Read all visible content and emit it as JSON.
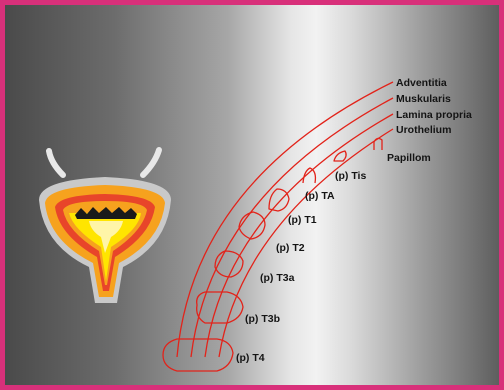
{
  "layers": [
    {
      "id": "adventitia",
      "text": "Adventitia"
    },
    {
      "id": "muskularis",
      "text": "Muskularis"
    },
    {
      "id": "lamina-propria",
      "text": "Lamina propria"
    },
    {
      "id": "urothelium",
      "text": "Urothelium"
    },
    {
      "id": "papillom",
      "text": "Papillom"
    }
  ],
  "stages": [
    {
      "id": "tis",
      "text": "(p) Tis"
    },
    {
      "id": "ta",
      "text": "(p) TA"
    },
    {
      "id": "t1",
      "text": "(p) T1"
    },
    {
      "id": "t2",
      "text": "(p) T2"
    },
    {
      "id": "t3a",
      "text": "(p) T3a"
    },
    {
      "id": "t3b",
      "text": "(p) T3b"
    },
    {
      "id": "t4",
      "text": "(p) T4"
    }
  ],
  "colors": {
    "line": "#e2231a",
    "text": "#141414",
    "border": "#d8307a",
    "bladder_outer": "#c9c9c9",
    "bladder_wall": "#f6a21e",
    "bladder_mucosa": "#e8452a",
    "bladder_lumen": "#ffe500"
  }
}
